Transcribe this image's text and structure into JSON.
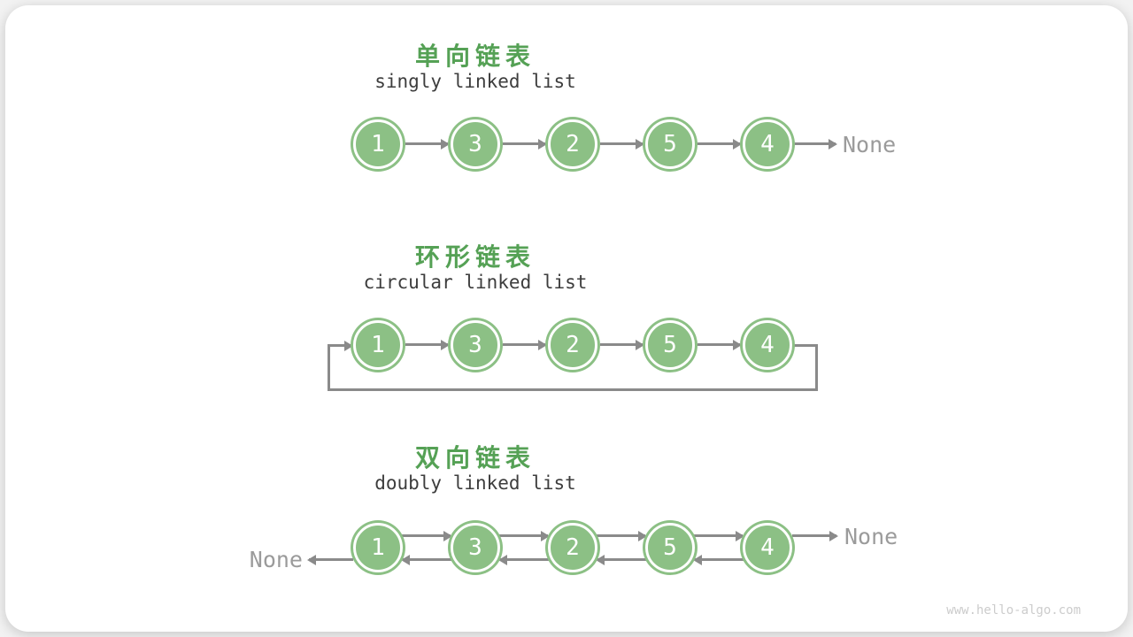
{
  "page": {
    "watermark": "www.hello-algo.com"
  },
  "colors": {
    "node_fill_green": "#8CC085",
    "node_ring_white": "#ffffff",
    "title_green": "#55A155",
    "arrow_gray": "#8A8A8A",
    "none_text_gray": "#9B9B9B",
    "subtitle_gray": "#3d3d3d",
    "card_background": "#ffffff"
  },
  "sections": [
    {
      "id": "singly",
      "title_zh": "单向链表",
      "title_en": "singly linked list",
      "nodes": [
        "1",
        "3",
        "2",
        "5",
        "4"
      ],
      "tail_label": "None"
    },
    {
      "id": "circular",
      "title_zh": "环形链表",
      "title_en": "circular linked list",
      "nodes": [
        "1",
        "3",
        "2",
        "5",
        "4"
      ]
    },
    {
      "id": "doubly",
      "title_zh": "双向链表",
      "title_en": "doubly linked list",
      "nodes": [
        "1",
        "3",
        "2",
        "5",
        "4"
      ],
      "head_label": "None",
      "tail_label": "None"
    }
  ]
}
